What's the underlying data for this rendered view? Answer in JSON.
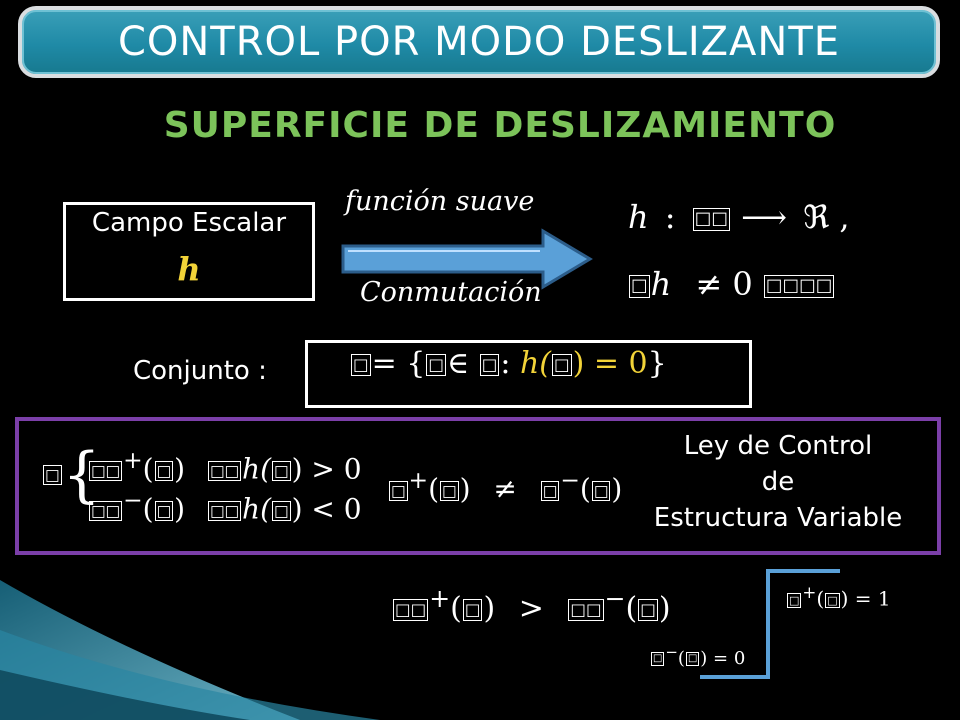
{
  "header": {
    "title": "CONTROL POR MODO DESLIZANTE"
  },
  "subtitle": "SUPERFICIE  DE  DESLIZAMIENTO",
  "campo": {
    "label": "Campo Escalar",
    "symbol": "h"
  },
  "arrow": {
    "top_label": "función  suave",
    "bottom_label": "Conmutación"
  },
  "mapping": {
    "h": "h",
    "colon": ":",
    "arrow": "⟶",
    "reals": "ℜ",
    "comma": ",",
    "grad_h": "h",
    "neq": "≠ 0"
  },
  "conjunto": {
    "label": "Conjunto :",
    "eq": "= {",
    "in": "∈",
    "colon": ":",
    "h_expr": "h(",
    "close": ") = 0",
    "brace": "}"
  },
  "piecewise": {
    "row1_end": "h(",
    "row1_cond": ") > 0",
    "row2_end": "h(",
    "row2_cond": ") < 0",
    "neq": "≠"
  },
  "ley": {
    "line1": "Ley de Control",
    "line2": "de",
    "line3": "Estructura Variable"
  },
  "bottom": {
    "gt": ">",
    "u_plus_val": ") = 1",
    "u_minus_val": ") = 0"
  },
  "colors": {
    "accent_green": "#7cc35a",
    "banner_teal": "#1f8aa6",
    "purple": "#7b3fa8",
    "arrow_blue": "#5aa0d8",
    "yellow": "#f2d338"
  }
}
